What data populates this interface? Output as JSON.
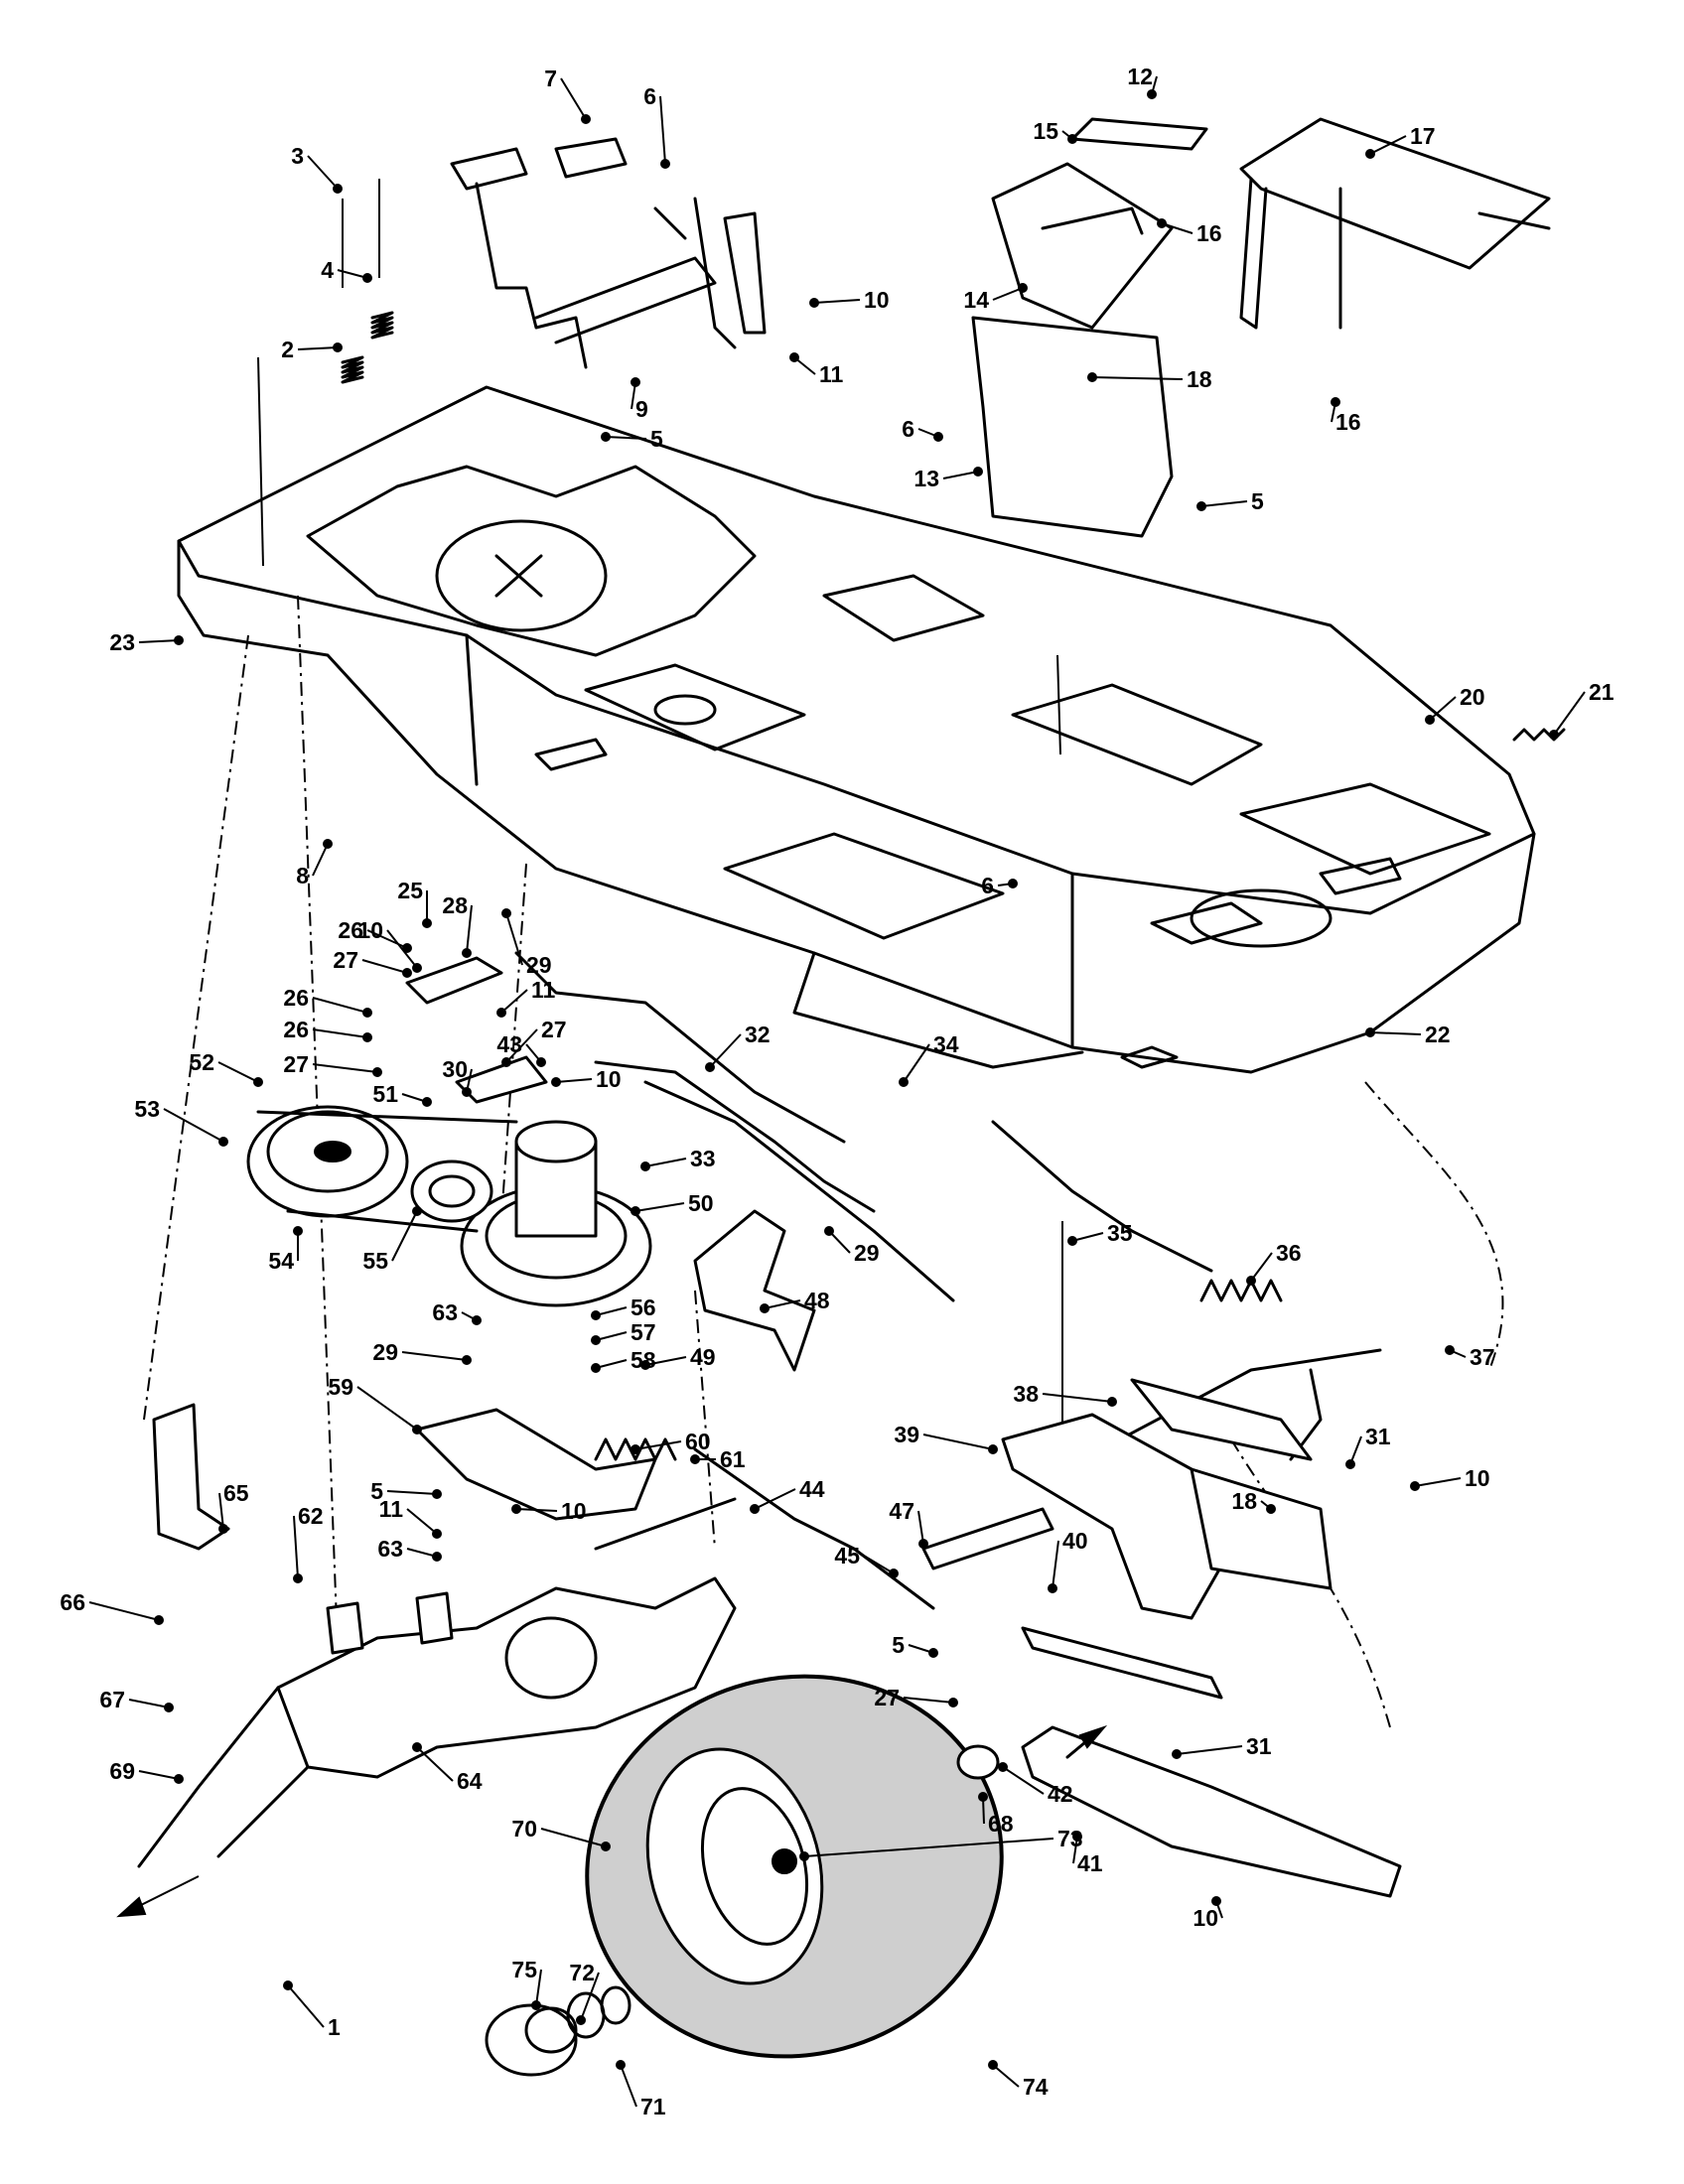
{
  "labels": [
    {
      "text": "1"
    },
    {
      "text": "2"
    },
    {
      "text": "3"
    },
    {
      "text": "4"
    },
    {
      "text": "5"
    },
    {
      "text": "5"
    },
    {
      "text": "5"
    },
    {
      "text": "5"
    },
    {
      "text": "6"
    },
    {
      "text": "6"
    },
    {
      "text": "6"
    },
    {
      "text": "7"
    },
    {
      "text": "8"
    },
    {
      "text": "9"
    },
    {
      "text": "10"
    },
    {
      "text": "10"
    },
    {
      "text": "10"
    },
    {
      "text": "10"
    },
    {
      "text": "10"
    },
    {
      "text": "10"
    },
    {
      "text": "11"
    },
    {
      "text": "11"
    },
    {
      "text": "11"
    },
    {
      "text": "12"
    },
    {
      "text": "13"
    },
    {
      "text": "14"
    },
    {
      "text": "15"
    },
    {
      "text": "16"
    },
    {
      "text": "16"
    },
    {
      "text": "17"
    },
    {
      "text": "18"
    },
    {
      "text": "20"
    },
    {
      "text": "21"
    },
    {
      "text": "22"
    },
    {
      "text": "23"
    },
    {
      "text": "25"
    },
    {
      "text": "26"
    },
    {
      "text": "26"
    },
    {
      "text": "26"
    },
    {
      "text": "27"
    },
    {
      "text": "27"
    },
    {
      "text": "27"
    },
    {
      "text": "27"
    },
    {
      "text": "28"
    },
    {
      "text": "29"
    },
    {
      "text": "29"
    },
    {
      "text": "29"
    },
    {
      "text": "30"
    },
    {
      "text": "31"
    },
    {
      "text": "31"
    },
    {
      "text": "32"
    },
    {
      "text": "33"
    },
    {
      "text": "34"
    },
    {
      "text": "35"
    },
    {
      "text": "36"
    },
    {
      "text": "37"
    },
    {
      "text": "38"
    },
    {
      "text": "39"
    },
    {
      "text": "40"
    },
    {
      "text": "41"
    },
    {
      "text": "42"
    },
    {
      "text": "43"
    },
    {
      "text": "44"
    },
    {
      "text": "45"
    },
    {
      "text": "47"
    },
    {
      "text": "48"
    },
    {
      "text": "49"
    },
    {
      "text": "50"
    },
    {
      "text": "51"
    },
    {
      "text": "52"
    },
    {
      "text": "53"
    },
    {
      "text": "54"
    },
    {
      "text": "55"
    },
    {
      "text": "56"
    },
    {
      "text": "57"
    },
    {
      "text": "58"
    },
    {
      "text": "59"
    },
    {
      "text": "60"
    },
    {
      "text": "61"
    },
    {
      "text": "62"
    },
    {
      "text": "63"
    },
    {
      "text": "63"
    },
    {
      "text": "64"
    },
    {
      "text": "65"
    },
    {
      "text": "66"
    },
    {
      "text": "67"
    },
    {
      "text": "68"
    },
    {
      "text": "69"
    },
    {
      "text": "70"
    },
    {
      "text": "71"
    },
    {
      "text": "72"
    },
    {
      "text": "73"
    },
    {
      "text": "74"
    },
    {
      "text": "75"
    },
    {
      "text": "18"
    }
  ]
}
